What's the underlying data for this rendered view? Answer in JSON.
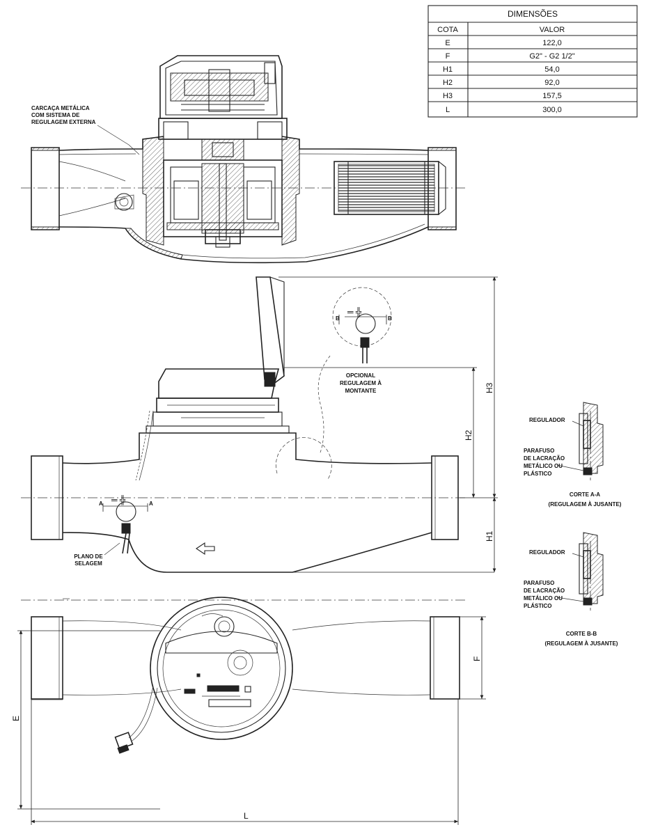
{
  "table": {
    "title": "DIMENSÕES",
    "headers": [
      "COTA",
      "VALOR"
    ],
    "rows": [
      {
        "cota": "E",
        "valor": "122,0"
      },
      {
        "cota": "F",
        "valor": "G2\" - G2 1/2\""
      },
      {
        "cota": "H1",
        "valor": "54,0"
      },
      {
        "cota": "H2",
        "valor": "92,0"
      },
      {
        "cota": "H3",
        "valor": "157,5"
      },
      {
        "cota": "L",
        "valor": "300,0"
      }
    ]
  },
  "labels": {
    "carcaca": [
      "CARCAÇA METÁLICA",
      "COM SISTEMA DE",
      "REGULAGEM EXTERNA"
    ],
    "opcional": [
      "OPCIONAL",
      "REGULAGEM À",
      "MONTANTE"
    ],
    "plano": [
      "PLANO DE",
      "SELAGEM"
    ],
    "regulador_a": "REGULADOR",
    "parafuso_a": [
      "PARAFUSO",
      "DE LACRAÇÃO",
      "METÁLICO OU",
      "PLÁSTICO"
    ],
    "corte_a": [
      "CORTE A-A",
      "(REGULAGEM À JUSANTE)"
    ],
    "regulador_b": "REGULADOR",
    "parafuso_b": [
      "PARAFUSO",
      "DE LACRAÇÃO",
      "METÁLICO OU",
      "PLÁSTICO"
    ],
    "corte_b": [
      "CORTE B-B",
      "(REGULAGEM À JUSANTE)"
    ],
    "section_mark_left": "A",
    "section_mark_right": "A",
    "section_mark_b_left": "B",
    "section_mark_b_right": "B"
  },
  "dimensions": {
    "h1": "H1",
    "h2": "H2",
    "h3": "H3",
    "e": "E",
    "f": "F",
    "l": "L"
  }
}
